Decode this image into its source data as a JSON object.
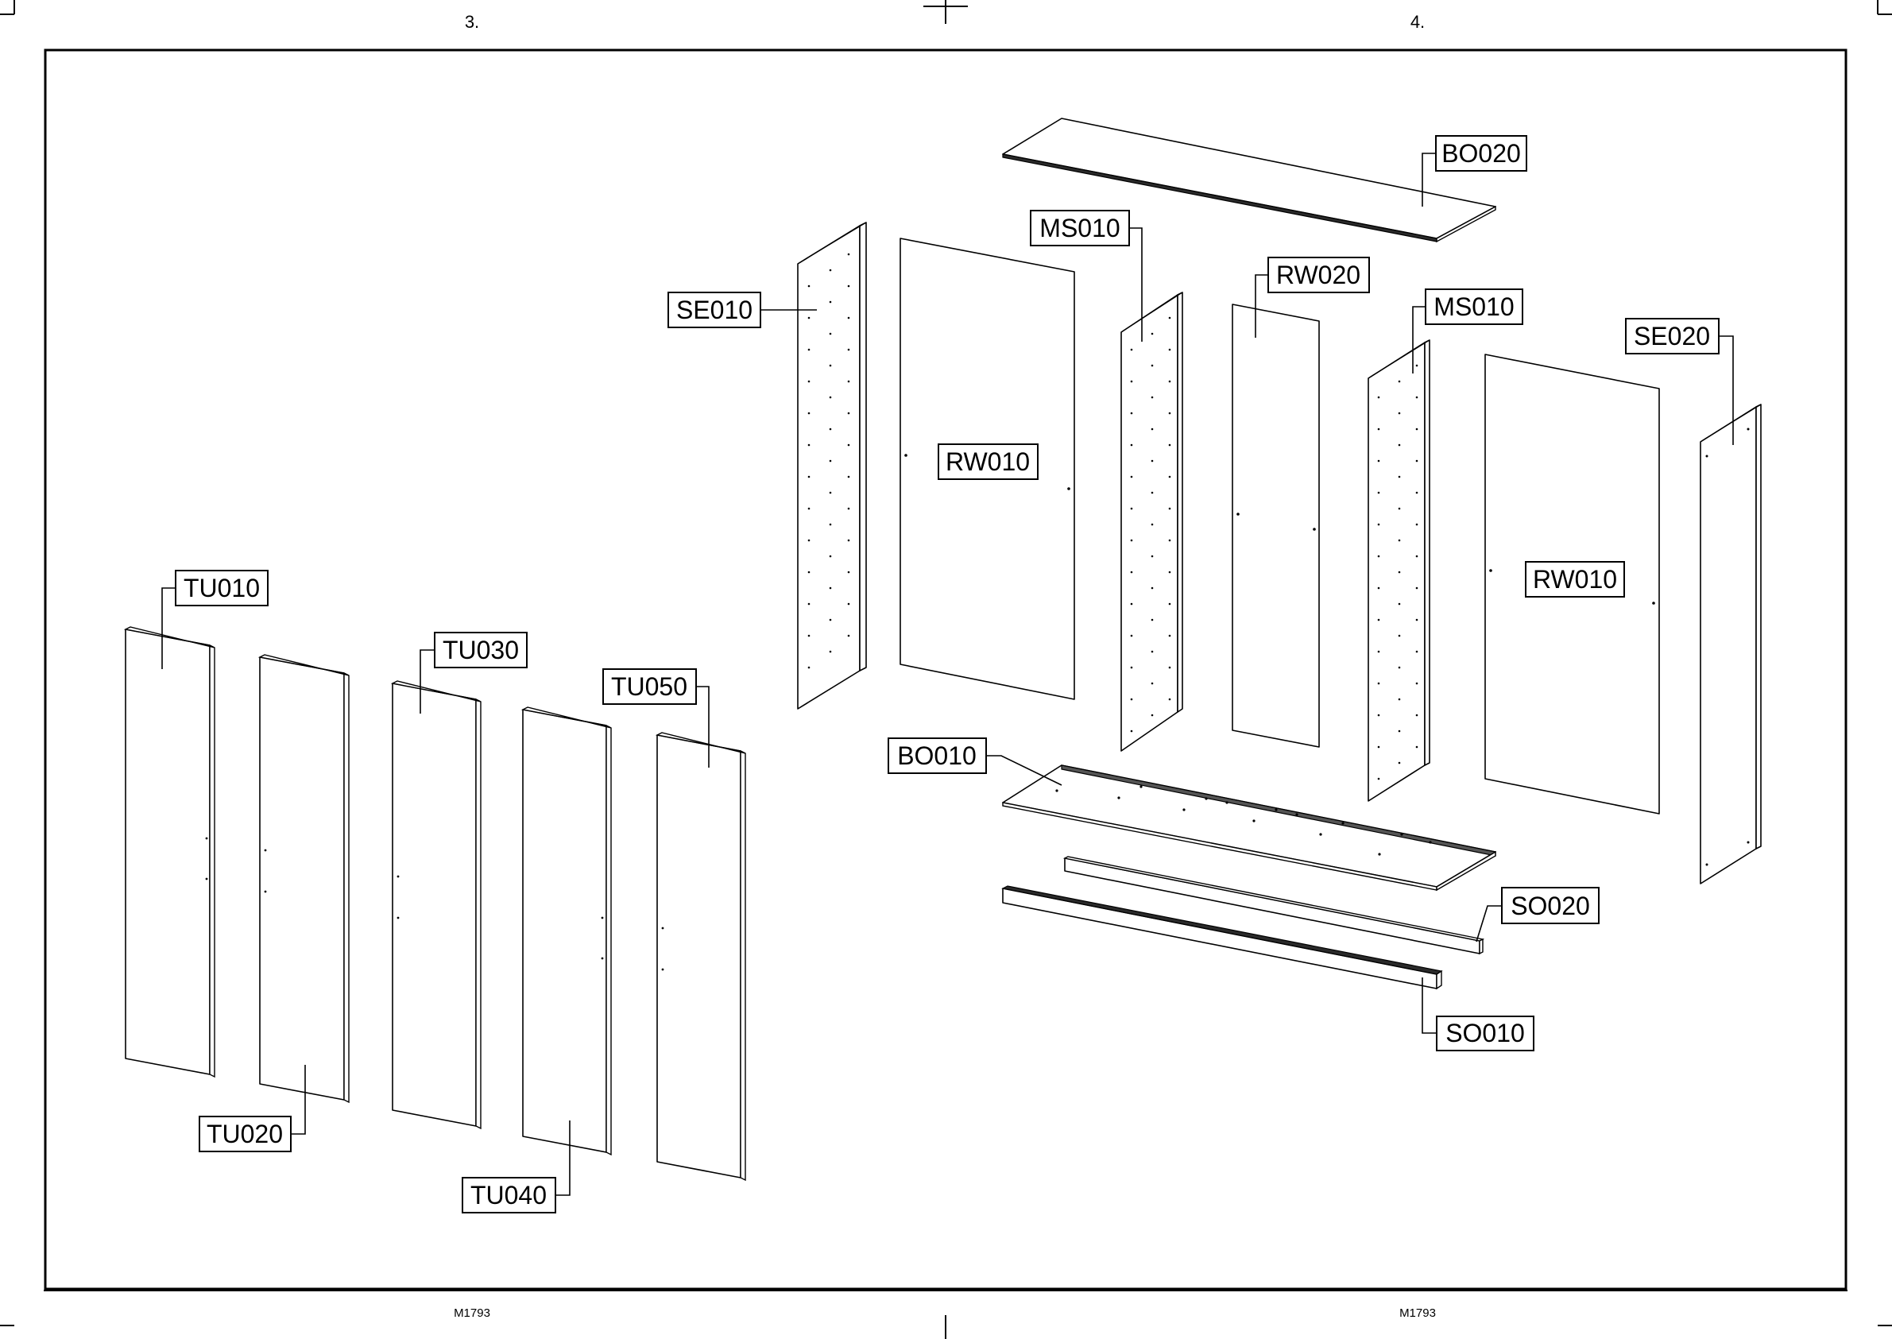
{
  "sheet": {
    "page_left_number": "3.",
    "page_right_number": "4.",
    "footer_left_code": "M1793",
    "footer_right_code": "M1793"
  },
  "parts": {
    "bo020": "BO020",
    "ms010_a": "MS010",
    "se010": "SE010",
    "rw020": "RW020",
    "ms010_b": "MS010",
    "se020": "SE020",
    "rw010_a": "RW010",
    "rw010_b": "RW010",
    "bo010": "BO010",
    "so020": "SO020",
    "so010": "SO010",
    "tu010": "TU010",
    "tu020": "TU020",
    "tu030": "TU030",
    "tu040": "TU040",
    "tu050": "TU050"
  }
}
